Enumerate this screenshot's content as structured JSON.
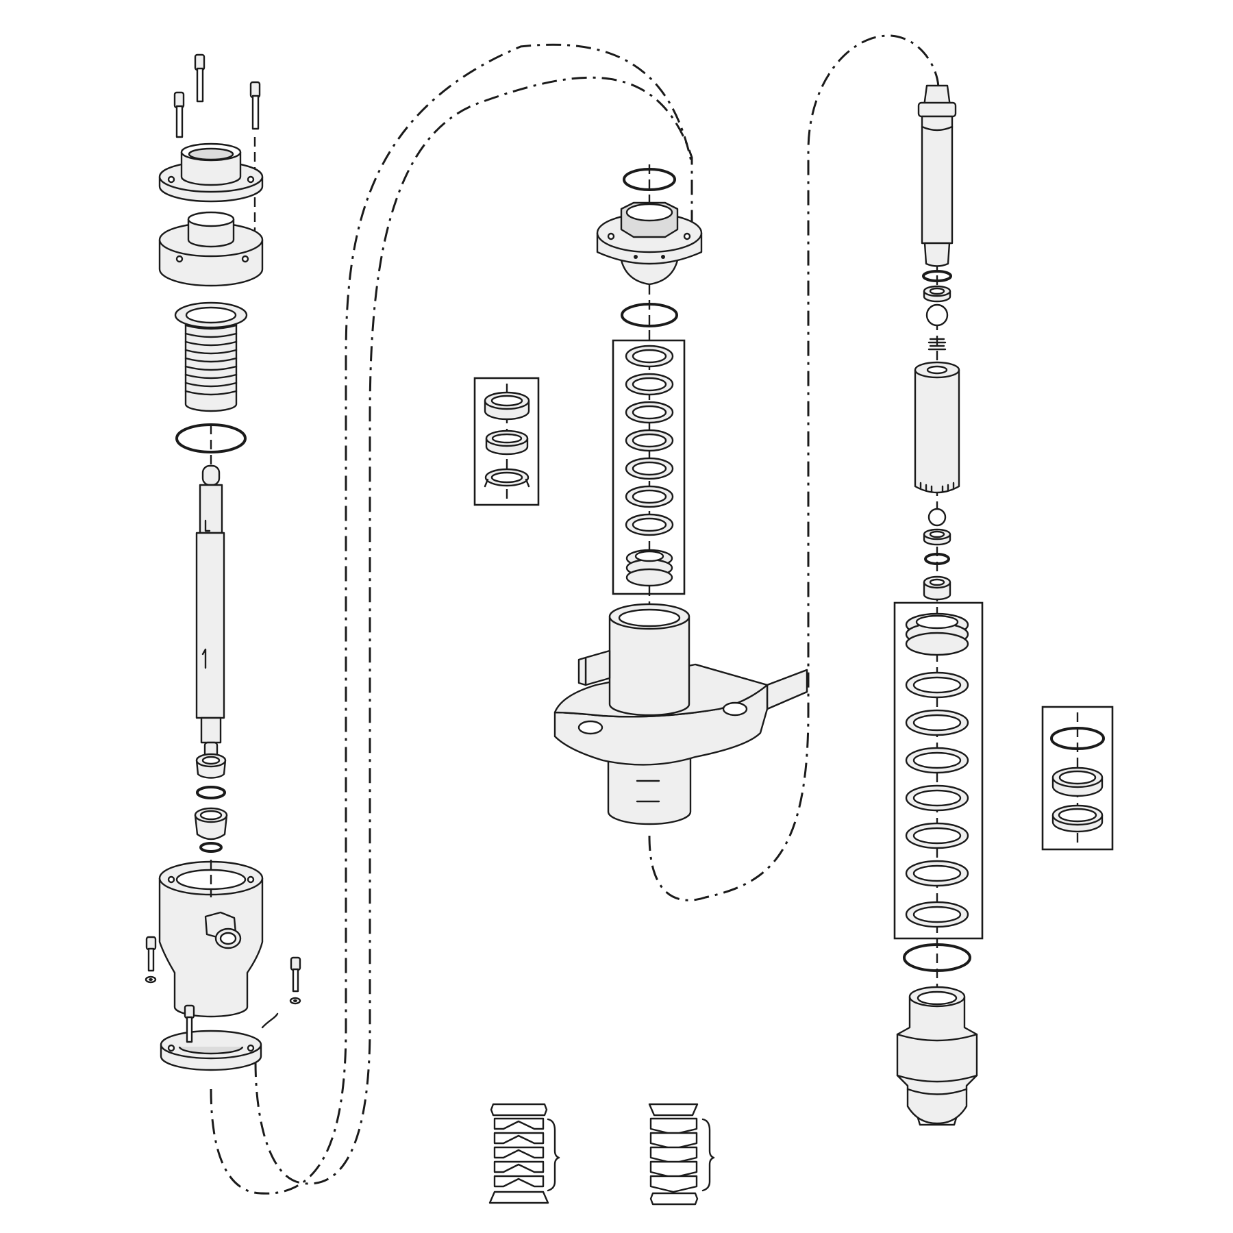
{
  "diagram": {
    "type": "exploded-parts-diagram",
    "assemblies": [
      {
        "id": "left-column",
        "parts": [
          "cap-screws",
          "top-cap",
          "bearing-housing",
          "threaded-sleeve",
          "o-ring",
          "displacement-rod",
          "piston-seal",
          "small-o-rings",
          "packing-nut",
          "outlet-housing",
          "mounting-screws",
          "base-flange"
        ]
      },
      {
        "id": "center-column",
        "parts": [
          "upper-o-ring",
          "gland-nut",
          "lower-o-ring",
          "throat-packing-stack",
          "pump-body-mount"
        ]
      },
      {
        "id": "right-column",
        "parts": [
          "connecting-rod",
          "check-ball-seat",
          "ball",
          "spring",
          "cylinder",
          "foot-valve-ball",
          "intake-seal",
          "piston-packing-stack",
          "large-o-ring",
          "intake-housing"
        ]
      }
    ],
    "inset_groups": [
      {
        "id": "throat-packing-detail",
        "rings": 3
      },
      {
        "id": "piston-packing-detail",
        "rings": 3
      },
      {
        "id": "v-packing-set-left",
        "rings": 7
      },
      {
        "id": "v-packing-set-right",
        "rings": 7
      }
    ]
  }
}
